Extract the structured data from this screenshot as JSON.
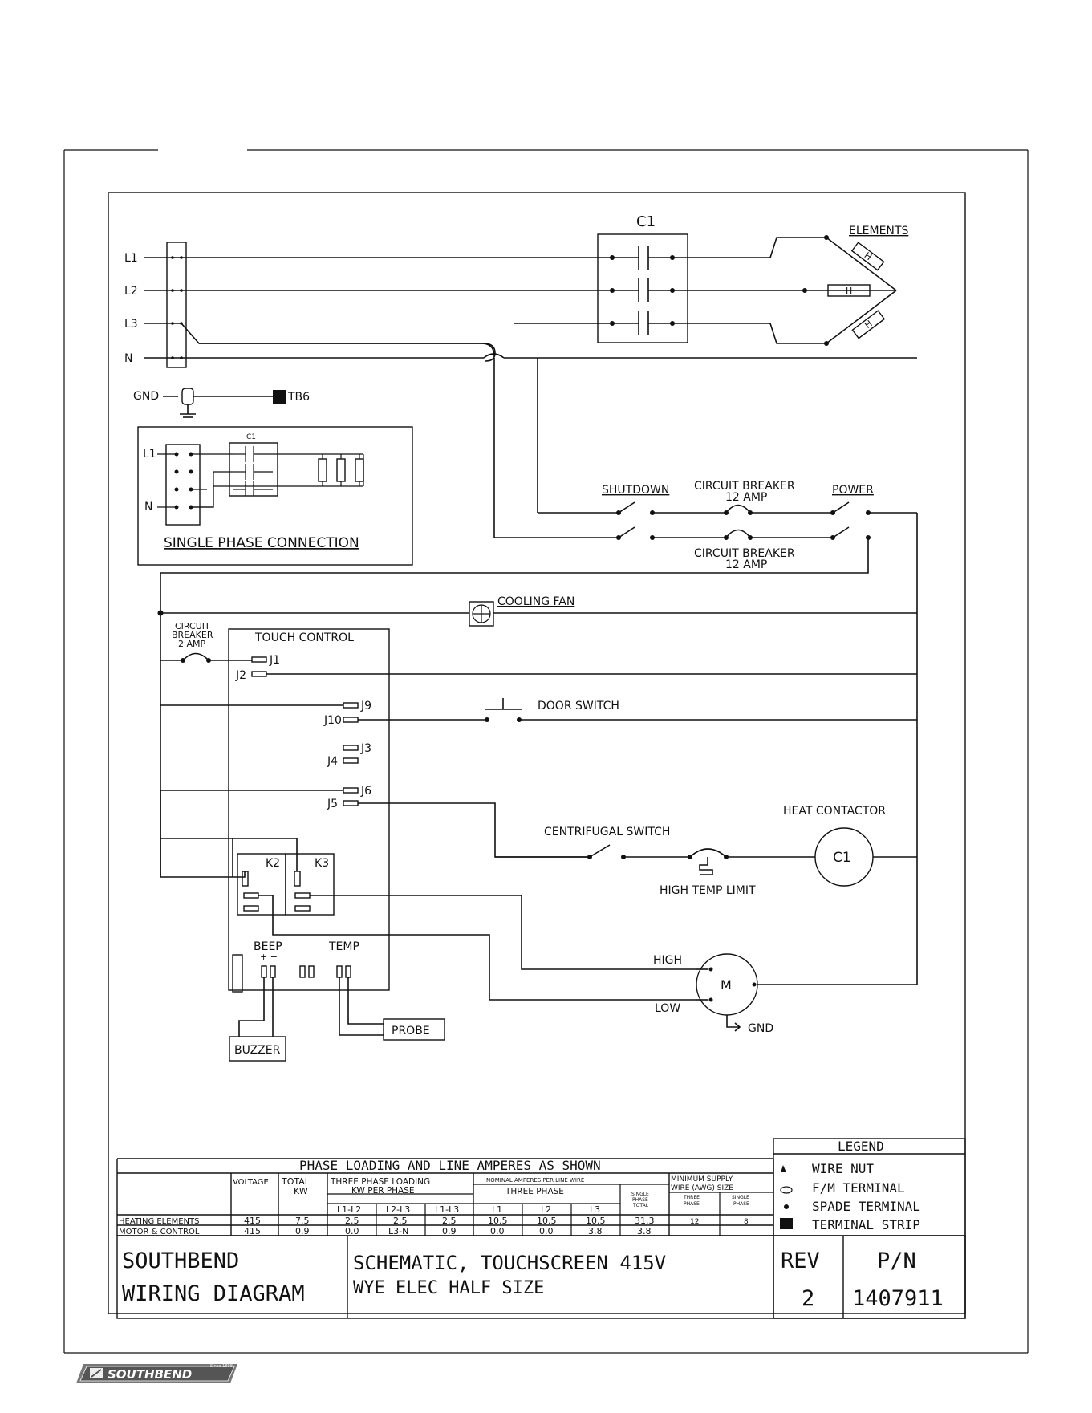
{
  "supply": {
    "l1": "L1",
    "l2": "L2",
    "l3": "L3",
    "n": "N",
    "gnd": "GND",
    "tb6": "TB6"
  },
  "contactor": {
    "label": "C1"
  },
  "elements": {
    "label": "ELEMENTS",
    "h": "H"
  },
  "single_phase": {
    "title": "SINGLE PHASE CONNECTION",
    "l1": "L1",
    "n": "N",
    "c1": "C1"
  },
  "switches": {
    "shutdown": "SHUTDOWN",
    "power": "POWER",
    "cb12_line1": "CIRCUIT BREAKER",
    "cb12_line2": "12 AMP",
    "cooling_fan": "COOLING FAN",
    "cb2_line1": "CIRCUIT",
    "cb2_line2": "BREAKER",
    "cb2_line3": "2 AMP",
    "door_switch": "DOOR SWITCH",
    "centrifugal_switch": "CENTRIFUGAL SWITCH",
    "high_temp_limit": "HIGH TEMP LIMIT",
    "heat_contactor": "HEAT CONTACTOR",
    "heat_contactor_coil": "C1"
  },
  "touch_control": {
    "title": "TOUCH CONTROL",
    "j1": "J1",
    "j2": "J2",
    "j9": "J9",
    "j10": "J10",
    "j3": "J3",
    "j4": "J4",
    "j6": "J6",
    "j5": "J5",
    "k2": "K2",
    "k3": "K3",
    "beep": "BEEP",
    "beep_pol": "+ −",
    "temp": "TEMP"
  },
  "motor": {
    "label": "M",
    "high": "HIGH",
    "low": "LOW",
    "gnd": "GND"
  },
  "peripherals": {
    "buzzer": "BUZZER",
    "probe": "PROBE"
  },
  "phase_table": {
    "title": "PHASE LOADING AND LINE AMPERES AS SHOWN",
    "h_voltage": "VOLTAGE",
    "h_total_1": "TOTAL",
    "h_total_2": "KW",
    "h_three_1": "THREE PHASE LOADING",
    "h_three_2": "KW PER PHASE",
    "h_amps": "NOMINAL AMPERES PER LINE WIRE",
    "h_three_phase": "THREE PHASE",
    "h_single_1": "SINGLE",
    "h_single_2": "PHASE",
    "h_single_3": "TOTAL",
    "h_min_1": "MINIMUM SUPPLY",
    "h_min_2": "WIRE (AWG) SIZE",
    "h_min_three_1": "THREE",
    "h_min_three_2": "PHASE",
    "h_min_single_1": "SINGLE",
    "h_min_single_2": "PHASE",
    "sub": [
      "L1-L2",
      "L2-L3",
      "L1-L3",
      "L1",
      "L2",
      "L3"
    ],
    "rows": [
      {
        "name": "HEATING ELEMENTS",
        "voltage": "415",
        "total": "7.5",
        "p1": "2.5",
        "p2": "2.5",
        "p3": "2.5",
        "a1": "10.5",
        "a2": "10.5",
        "a3": "10.5",
        "single": "31.3",
        "awg3": "12",
        "awg1": "8"
      },
      {
        "name": "MOTOR & CONTROL",
        "voltage": "415",
        "total": "0.9",
        "p1": "0.0",
        "p2": "L3-N",
        "p3": "0.9",
        "a1": "0.0",
        "a2": "0.0",
        "a3": "3.8",
        "single": "3.8",
        "awg3": "",
        "awg1": ""
      }
    ]
  },
  "legend": {
    "title": "LEGEND",
    "items": [
      "WIRE NUT",
      "F/M TERMINAL",
      "SPADE TERMINAL",
      "TERMINAL STRIP"
    ]
  },
  "title_block": {
    "company_1": "SOUTHBEND",
    "company_2": "WIRING DIAGRAM",
    "desc_1": "SCHEMATIC, TOUCHSCREEN 415V",
    "desc_2": "WYE ELEC HALF SIZE",
    "rev_label": "REV",
    "rev": "2",
    "pn_label": "P/N",
    "pn": "1407911"
  },
  "footer": {
    "logo_text": "SOUTHBEND",
    "since": "Since 1898"
  }
}
